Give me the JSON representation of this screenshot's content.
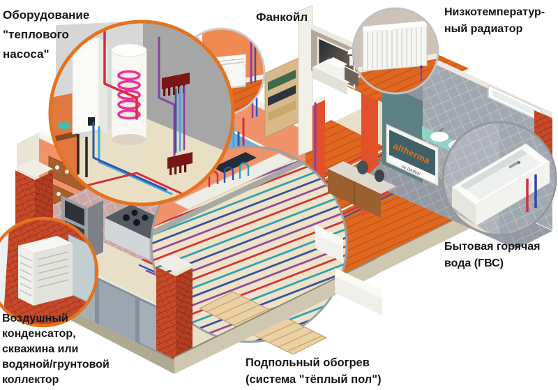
{
  "labels": {
    "heat_pump": "Оборудование\n\"теплового\nнасоса\"",
    "fancoil": "Фанкойл",
    "radiator": "Низкотемператур-\nный радиатор",
    "dhw": "Бытовая горячая\nвода (ГВС)",
    "condenser": "Воздушный\nконденсатор,\nскважина или\nводяной/грунтовой\nколлектор",
    "underfloor": "Подпольный обогрев\n(система \"тёплый пол\")"
  },
  "logo": {
    "brand": "altherma",
    "byline": "by DAIKIN"
  },
  "colors": {
    "callout_accent": "#e4731f",
    "wall_salmon": "#f0926a",
    "brick": "#c7492b",
    "coil_magenta": "#ee2f9e",
    "pipe_red": "#d62e3c",
    "pipe_blue": "#2f55b4",
    "pipe_cyan": "#3fa9d8",
    "pipe_purple": "#8840a8",
    "panel_slate": "#3f6066"
  }
}
